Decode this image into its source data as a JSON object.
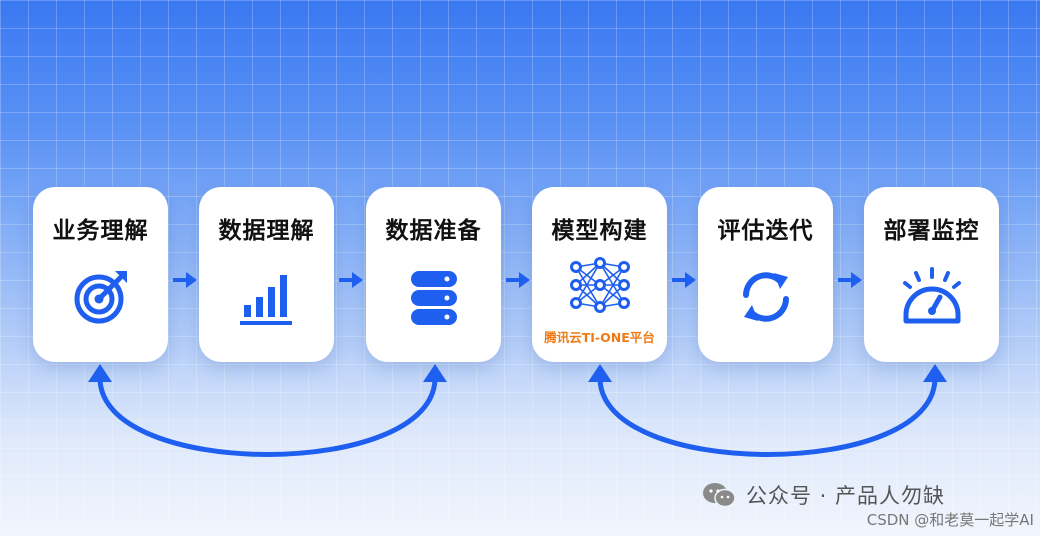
{
  "steps": [
    {
      "title": "业务理解",
      "icon": "target-icon"
    },
    {
      "title": "数据理解",
      "icon": "bar-chart-icon"
    },
    {
      "title": "数据准备",
      "icon": "database-icon"
    },
    {
      "title": "模型构建",
      "icon": "neural-network-icon",
      "subtext": "腾讯云TI-ONE平台"
    },
    {
      "title": "评估迭代",
      "icon": "refresh-icon"
    },
    {
      "title": "部署监控",
      "icon": "gauge-icon"
    }
  ],
  "feedback_loops": [
    {
      "from": "数据准备",
      "to": "业务理解"
    },
    {
      "from": "部署监控",
      "to": "模型构建"
    }
  ],
  "watermark": {
    "wechat": "公众号 · 产品人勿缺",
    "csdn": "CSDN @和老莫一起学AI"
  },
  "colors": {
    "accent": "#1f5ff0",
    "subtext": "#ef7a14"
  }
}
